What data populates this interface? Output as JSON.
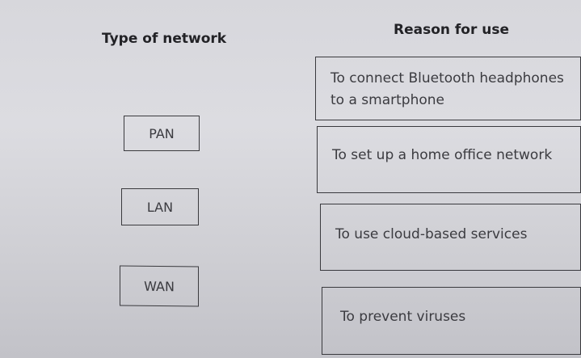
{
  "headings": {
    "type_of_network": "Type of network",
    "reason_for_use": "Reason for use"
  },
  "network_types": [
    {
      "label": "PAN"
    },
    {
      "label": "LAN"
    },
    {
      "label": "WAN"
    }
  ],
  "reasons": [
    {
      "line1": "To connect Bluetooth headphones",
      "line2": "to a smartphone"
    },
    {
      "line1": "To set up a home office network"
    },
    {
      "line1": "To use cloud-based services"
    },
    {
      "line1": "To prevent viruses"
    }
  ]
}
